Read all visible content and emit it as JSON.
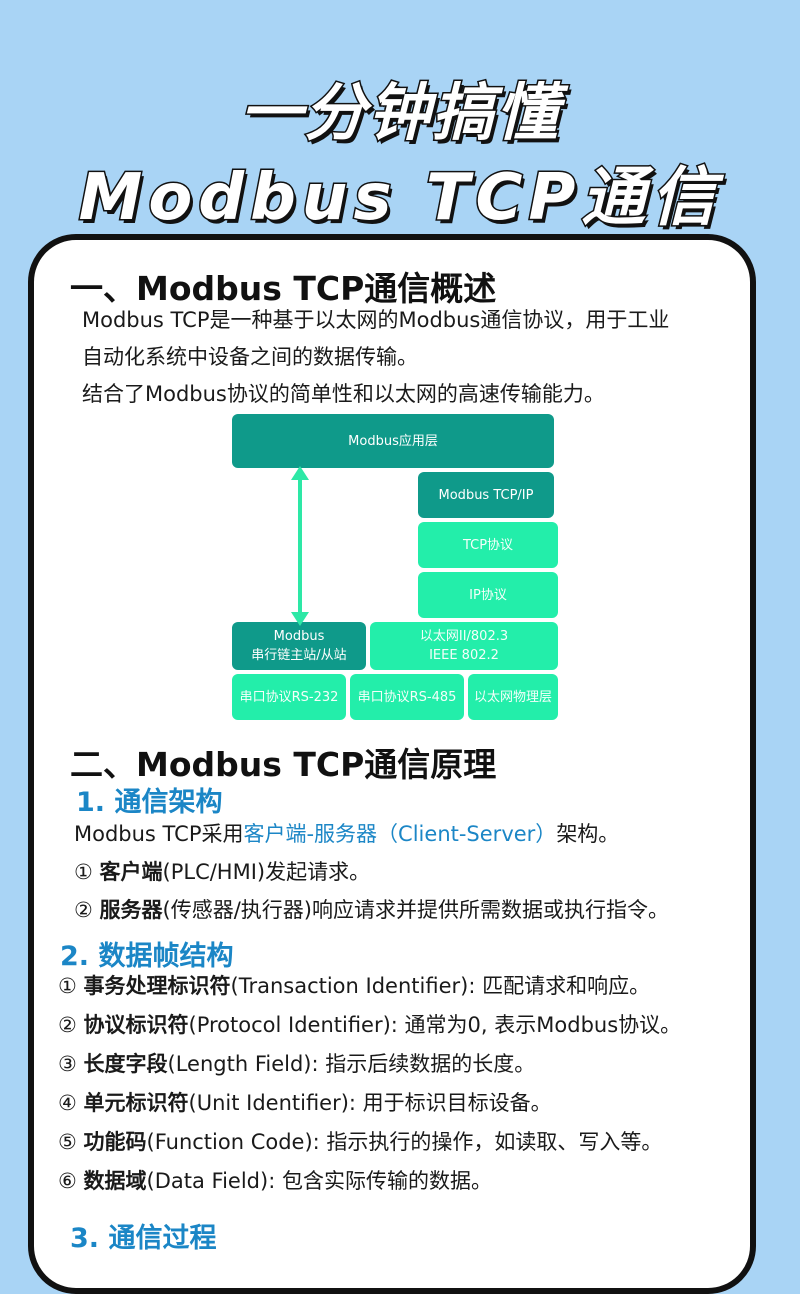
{
  "hero": {
    "line1": "一分钟搞懂",
    "line2": "Modbus TCP通信"
  },
  "section1": {
    "title": "一、Modbus TCP通信概述",
    "para1_line1": "Modbus TCP是一种基于以太网的Modbus通信协议，用于工业",
    "para1_line2": "自动化系统中设备之间的数据传输。",
    "para2": "结合了Modbus协议的简单性和以太网的高速传输能力。"
  },
  "diagram": {
    "app_layer": "Modbus应用层",
    "tcpip": "Modbus TCP/IP",
    "tcp": "TCP协议",
    "ip": "IP协议",
    "serial_line1": "Modbus",
    "serial_line2": "串行链主站/从站",
    "ethernet_line1": "以太网II/802.3",
    "ethernet_line2": "IEEE 802.2",
    "rs232": "串口协议RS-232",
    "rs485": "串口协议RS-485",
    "physical": "以太网物理层",
    "colors": {
      "dark": "#0f9a8a",
      "light": "#23eeaa",
      "arrow": "#2de8a6"
    }
  },
  "section2": {
    "title": "二、Modbus TCP通信原理",
    "sub1": "1. 通信架构",
    "arch_prefix": "Modbus TCP采用",
    "arch_highlight": "客户端-服务器（Client-Server）",
    "arch_suffix": "架构。",
    "client_num": "①",
    "client_bold": "客户端",
    "client_rest": "(PLC/HMI)发起请求。",
    "server_num": "②",
    "server_bold": "服务器",
    "server_rest": "(传感器/执行器)响应请求并提供所需数据或执行指令。",
    "sub2": "2. 数据帧结构",
    "frame": [
      {
        "num": "①",
        "bold": "事务处理标识符",
        "rest": "(Transaction Identifier): 匹配请求和响应。"
      },
      {
        "num": "②",
        "bold": "协议标识符",
        "rest": "(Protocol Identifier): 通常为0, 表示Modbus协议。"
      },
      {
        "num": "③",
        "bold": "长度字段",
        "rest": "(Length Field): 指示后续数据的长度。"
      },
      {
        "num": "④",
        "bold": "单元标识符",
        "rest": "(Unit Identifier): 用于标识目标设备。"
      },
      {
        "num": "⑤",
        "bold": "功能码",
        "rest": "(Function Code): 指示执行的操作，如读取、写入等。"
      },
      {
        "num": "⑥",
        "bold": "数据域",
        "rest": "(Data Field): 包含实际传输的数据。"
      }
    ],
    "sub3": "3. 通信过程"
  },
  "theme": {
    "accent": "#1b86c6",
    "background": "#a9d4f5"
  }
}
